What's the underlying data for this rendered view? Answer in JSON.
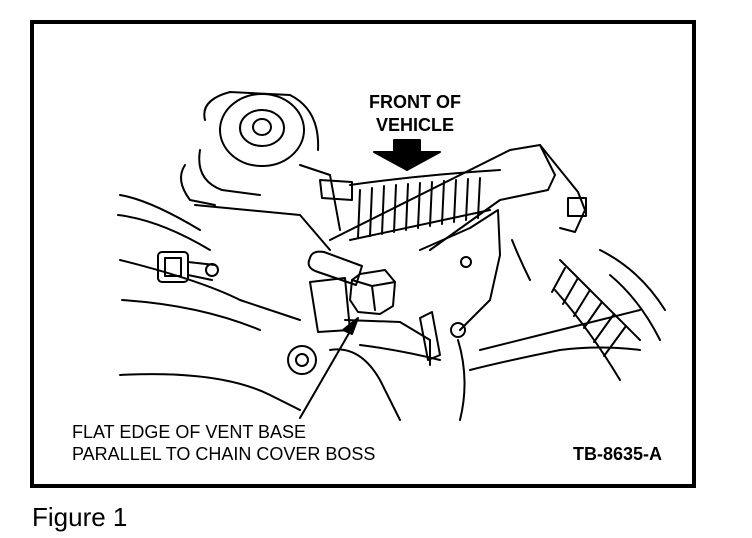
{
  "figure": {
    "caption": "Figure 1",
    "code": "TB-8635-A"
  },
  "labels": {
    "front_line1": "FRONT OF",
    "front_line2": "VEHICLE",
    "edge_line1": "FLAT EDGE OF VENT BASE",
    "edge_line2": "PARALLEL TO CHAIN COVER BOSS"
  }
}
